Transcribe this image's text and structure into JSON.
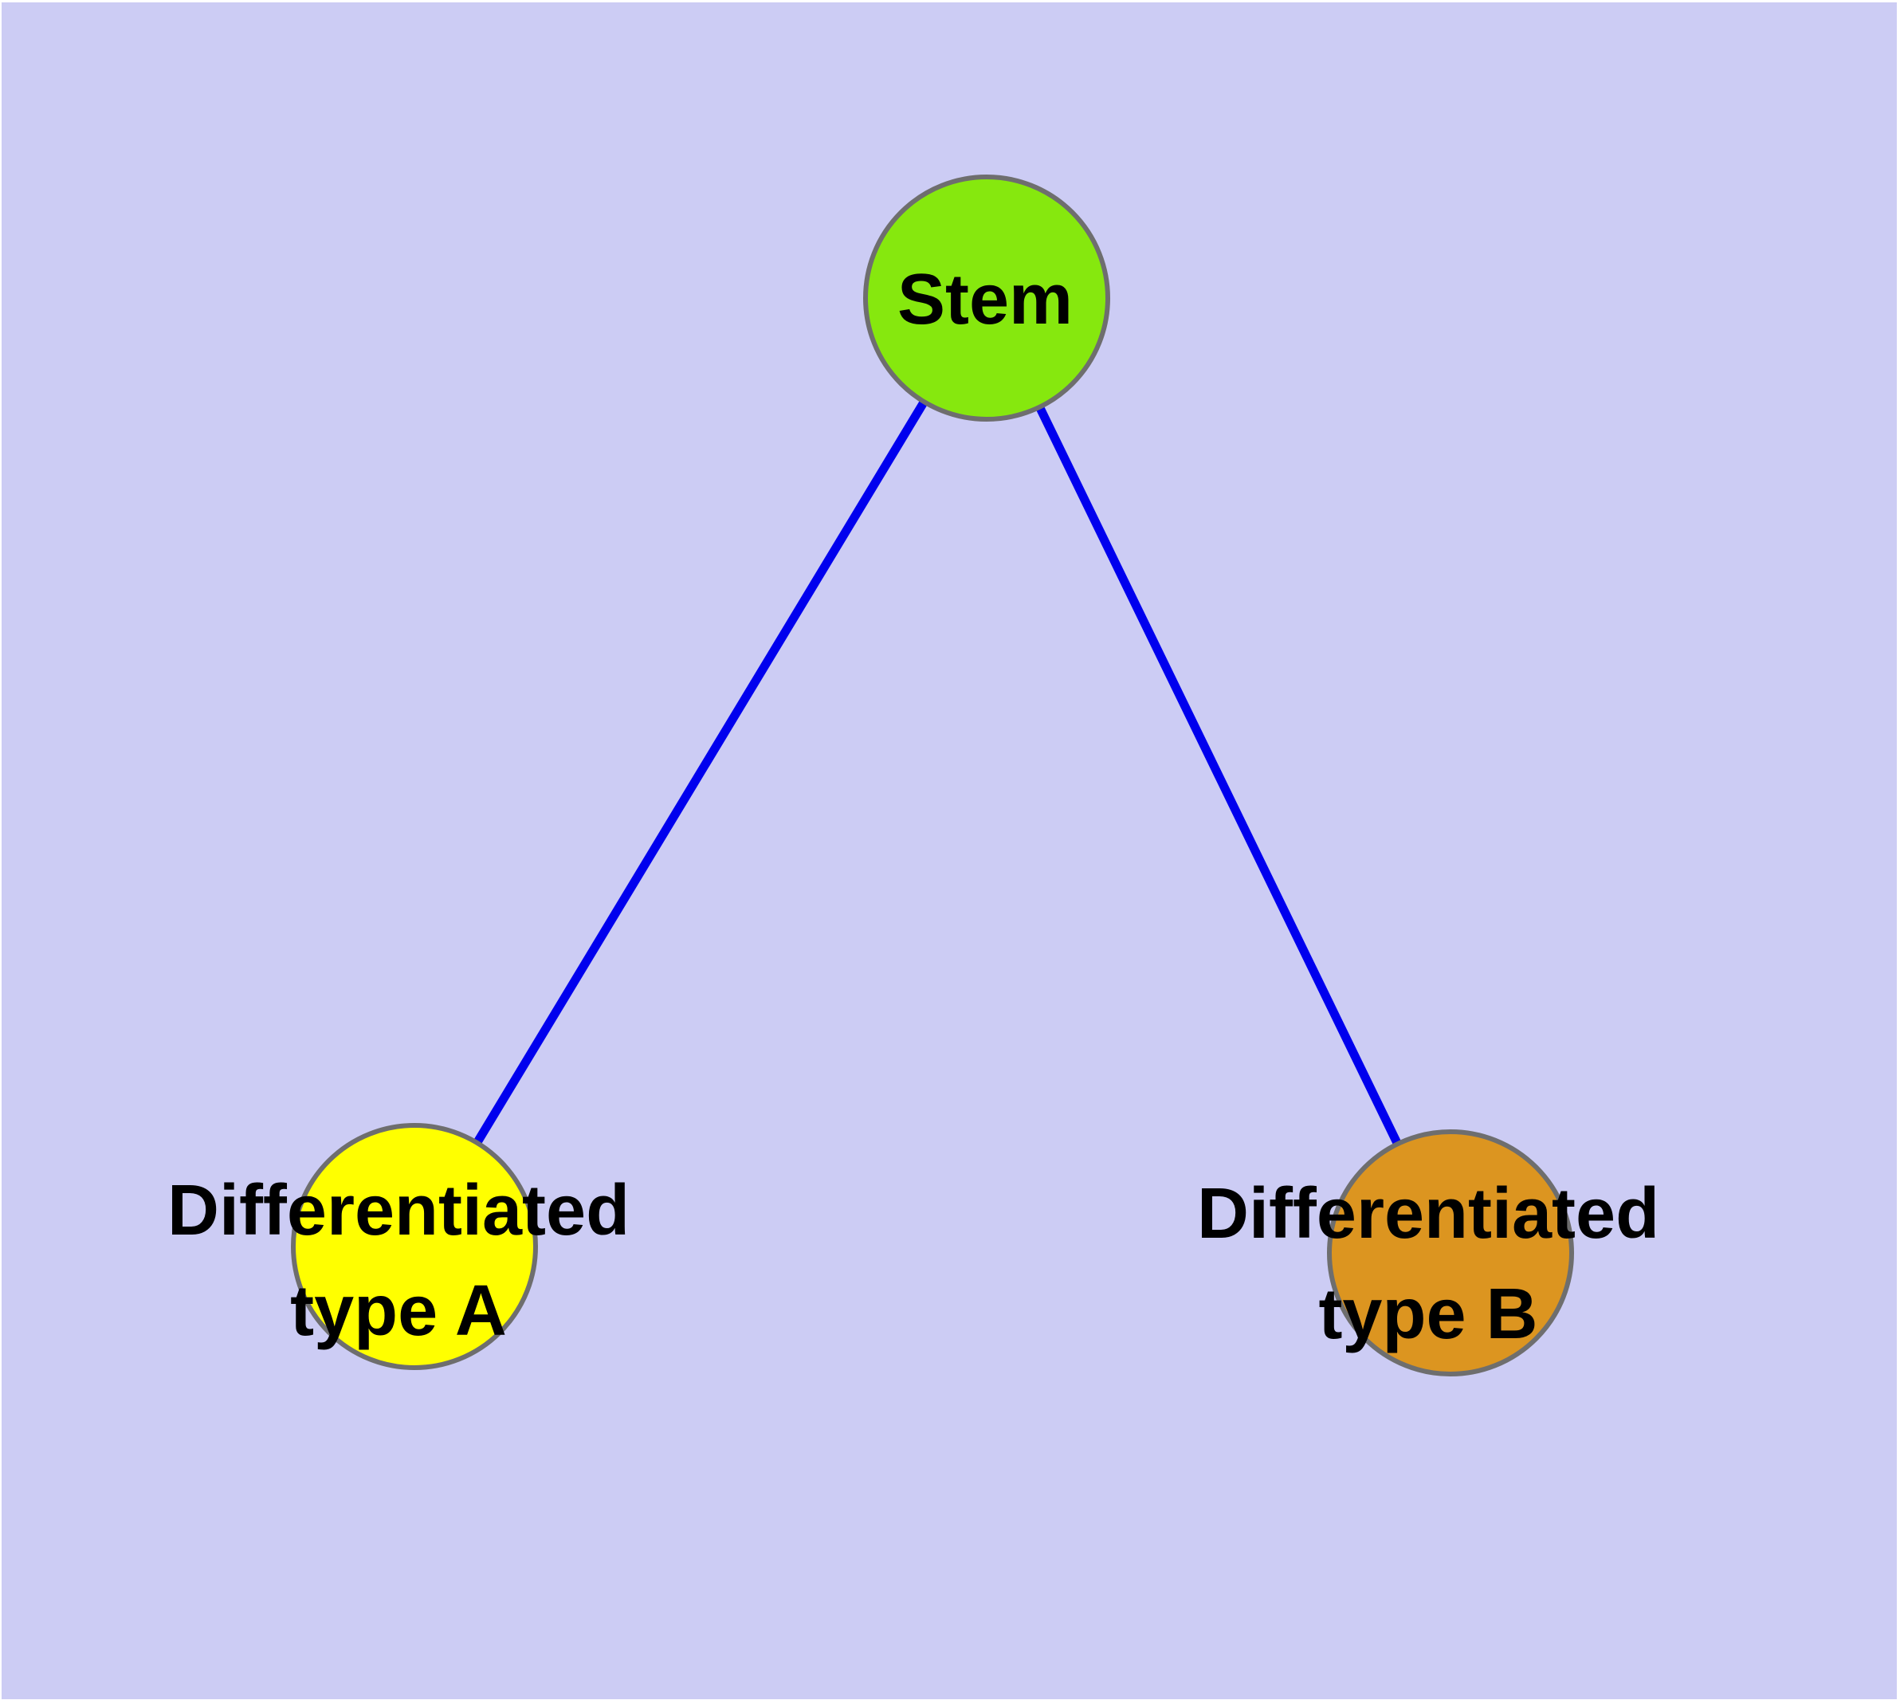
{
  "colors": {
    "page_margin": "#FFFFFF",
    "background": "#CCCCF4",
    "edge": "#0000EE",
    "node_border": "#6E6E6E",
    "label_text": "#000000"
  },
  "diagram": {
    "nodes": [
      {
        "id": "stem",
        "label": "Stem",
        "color": "#86E80E"
      },
      {
        "id": "type-a",
        "label": "Differentiated type A",
        "label_line1": "Differentiated",
        "label_line2": "type A",
        "color": "#FFFF00"
      },
      {
        "id": "type-b",
        "label": "Differentiated type B",
        "label_line1": "Differentiated",
        "label_line2": "type B",
        "color": "#DC9520"
      }
    ],
    "edges": [
      {
        "from": "Stem",
        "to": "Differentiated type A"
      },
      {
        "from": "Stem",
        "to": "Differentiated type B"
      }
    ]
  }
}
